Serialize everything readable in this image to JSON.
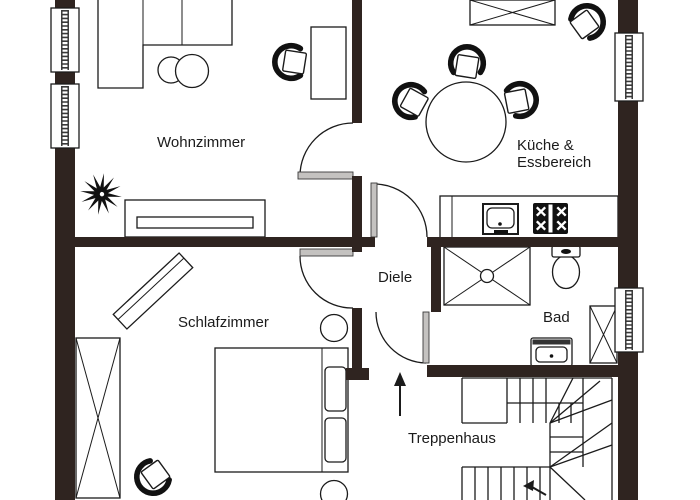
{
  "rooms": {
    "wohnzimmer": {
      "label": "Wohnzimmer"
    },
    "kueche": {
      "label_line1": "Küche  &",
      "label_line2": "Essbereich"
    },
    "diele": {
      "label": "Diele"
    },
    "schlafzimmer": {
      "label": "Schlafzimmer"
    },
    "bad": {
      "label": "Bad"
    },
    "treppenhaus": {
      "label": "Treppenhaus"
    }
  },
  "colors": {
    "wall": "#2f2420",
    "line": "#1b1b1b",
    "door_leaf": "#c4c2c0",
    "background": "#ffffff",
    "text": "#1b1b1b"
  }
}
